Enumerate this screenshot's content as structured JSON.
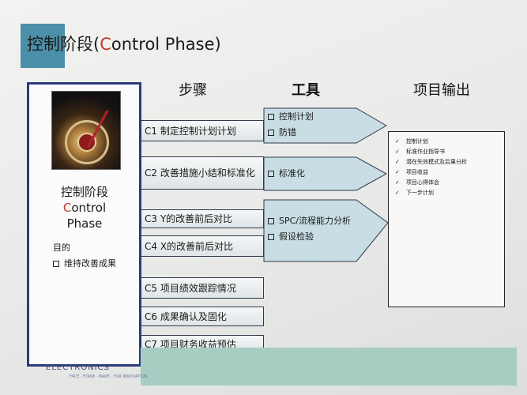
{
  "title": {
    "prefix": "控制阶段(",
    "accent": "C",
    "rest": "ontrol Phase)"
  },
  "left_panel": {
    "phase_cn": "控制阶段",
    "phase_en_accent": "C",
    "phase_en_rest": "ontrol",
    "phase_en_2": "Phase",
    "purpose_label": "目的",
    "purpose_item": "维持改善成果"
  },
  "headers": {
    "steps": "步骤",
    "tools": "工具",
    "output": "项目输出"
  },
  "steps": [
    "C1 制定控制计划计划",
    "C2  改善措施小结和标准化",
    "C3 Y的改善前后对比",
    "C4  X的改善前后对比",
    "C5 项目绩效跟踪情况",
    "C6 成果确认及固化",
    "C7 项目财务收益预估"
  ],
  "tools": [
    [
      "控制计划",
      "防错"
    ],
    [
      "标准化"
    ],
    [
      "SPC/流程能力分析",
      "假设检验"
    ]
  ],
  "outputs": [
    "控制计划",
    "标准作业指导书",
    "潜在失效模式及后果分析",
    "项目收益",
    "项目心得体会",
    "下一步计划"
  ],
  "footer": {
    "logo": "ELECTRONICS",
    "sub": "FACE · FORM · MAKE · FOR INNOVATION"
  },
  "colors": {
    "accent_red": "#c0392b",
    "title_block": "#4b8fa8",
    "frame_blue": "#2a3c7a",
    "arrow_fill": "#c9dde4",
    "footer_band": "#a7cdc2"
  }
}
